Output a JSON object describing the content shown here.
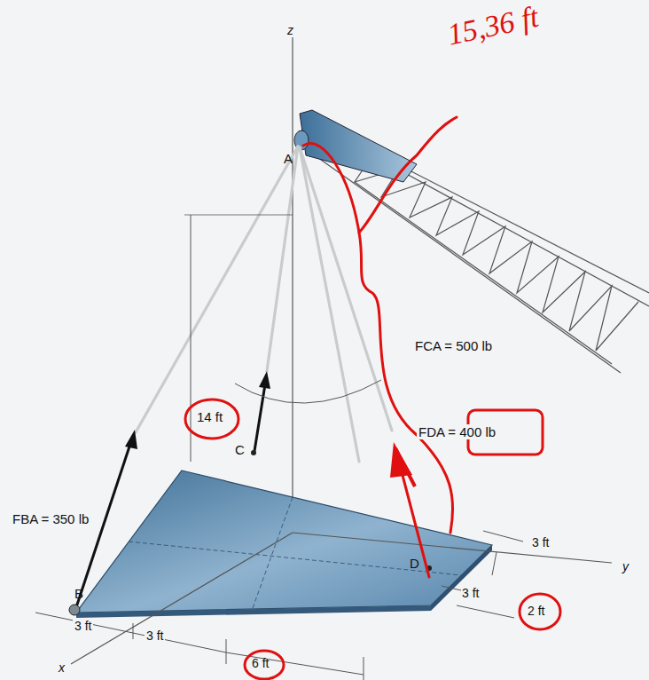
{
  "diagram": {
    "labels": [
      "15,36 ft",
      "z",
      "A",
      "FCA = 500 lb",
      "14 ft",
      "FBA = 350 lb",
      "C",
      "FDA = 400 lb",
      "B",
      "D",
      "3 ft",
      "3 ft",
      "6 ft",
      "3 ft",
      "3 ft",
      "2 ft",
      "y",
      "x"
    ]
  }
}
